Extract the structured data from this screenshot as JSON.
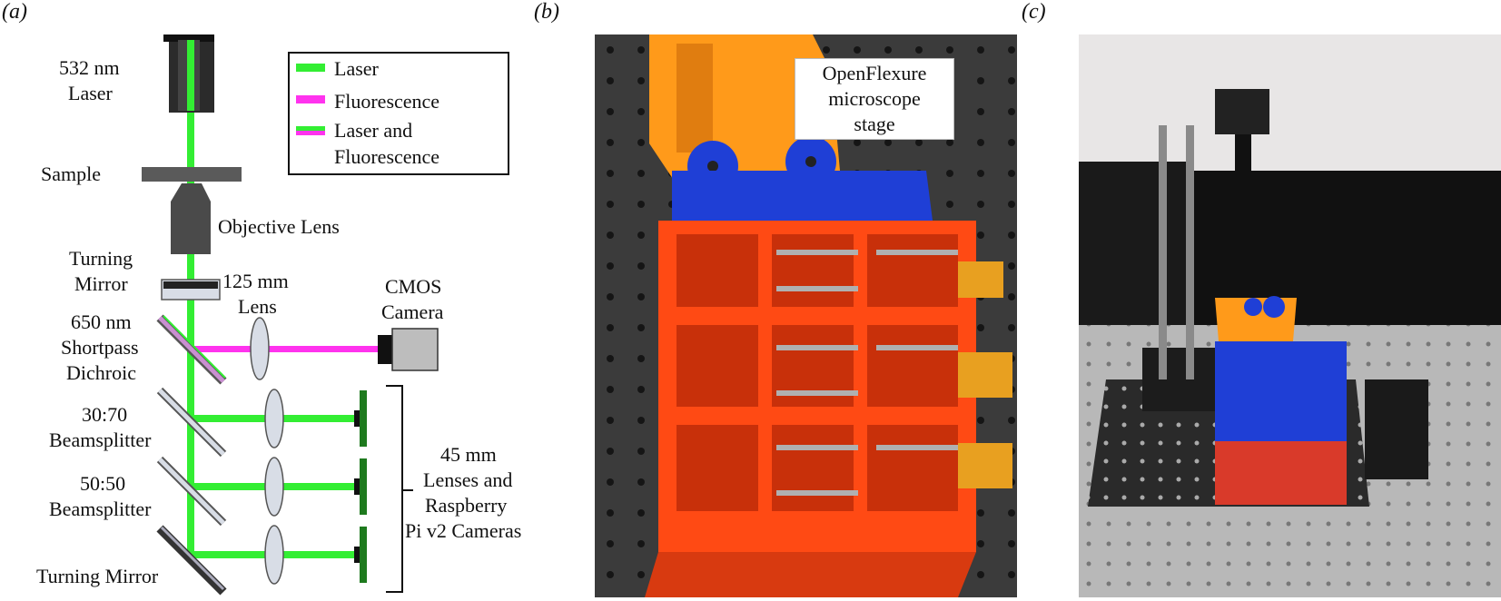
{
  "panels": {
    "a": "(a)",
    "b": "(b)",
    "c": "(c)"
  },
  "diagram": {
    "laser_label": [
      "532 nm",
      "Laser"
    ],
    "sample_label": "Sample",
    "objective_label": "Objective Lens",
    "turning_mirror_top": [
      "Turning",
      "Mirror"
    ],
    "lens_125_label": [
      "125 mm",
      "Lens"
    ],
    "cmos_label": [
      "CMOS",
      "Camera"
    ],
    "dichroic_label": [
      "650 nm",
      "Shortpass",
      "Dichroic"
    ],
    "bs_3070_label": [
      "30:70",
      "Beamsplitter"
    ],
    "bs_5050_label": [
      "50:50",
      "Beamsplitter"
    ],
    "turning_mirror_bottom": "Turning Mirror",
    "pi_cameras_label": [
      "45 mm",
      "Lenses and",
      "Raspberry",
      "Pi v2 Cameras"
    ],
    "legend": {
      "laser": "Laser",
      "fluorescence": "Fluorescence",
      "both_line1": "Laser and",
      "both_line2": "Fluorescence"
    },
    "colors": {
      "laser": "#33ee33",
      "fluorescence": "#ff33ee",
      "optic_dark": "#4a4a4a",
      "camera_green": "#1e7a1e"
    }
  },
  "photo_b": {
    "stage_label_lines": [
      "OpenFlexure",
      "microscope",
      "stage"
    ],
    "colors": {
      "orange_frame": "#ff4a14",
      "stage_orange": "#ff9a1a",
      "blue_base": "#1f3fd6"
    }
  },
  "photo_c": {
    "colors": {
      "blue_block": "#1f3fd6",
      "red_base": "#d93a2a",
      "breadboard": "#2a2a2a"
    }
  }
}
